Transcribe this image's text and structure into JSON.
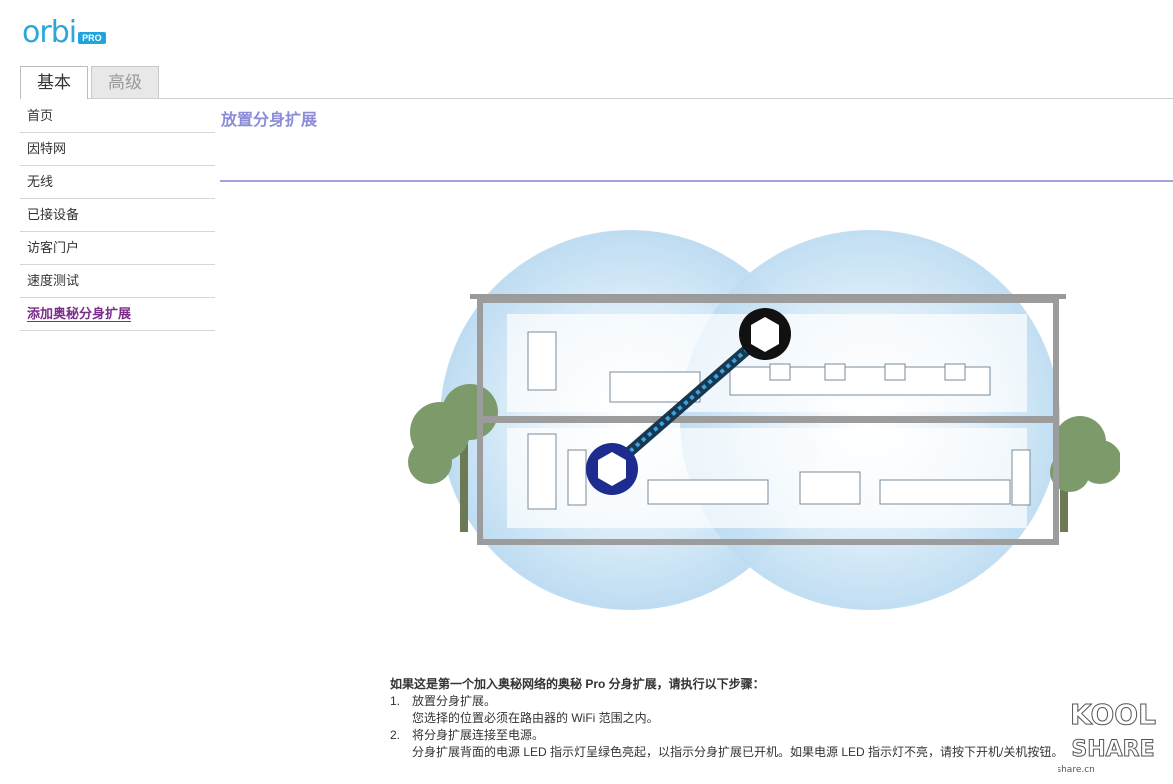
{
  "logo": {
    "word": "orbi",
    "badge": "PRO"
  },
  "tabs": [
    {
      "label": "基本"
    },
    {
      "label": "高级"
    }
  ],
  "sidebar": {
    "items": [
      {
        "label": "首页"
      },
      {
        "label": "因特网"
      },
      {
        "label": "无线"
      },
      {
        "label": "已接设备"
      },
      {
        "label": "访客门户"
      },
      {
        "label": "速度测试"
      },
      {
        "label": "添加奥秘分身扩展"
      }
    ]
  },
  "page": {
    "title": "放置分身扩展"
  },
  "instructions": {
    "heading": "如果这是第一个加入奥秘网络的奥秘 Pro 分身扩展，请执行以下步骤：",
    "steps": [
      {
        "num": "1.",
        "title": "放置分身扩展。",
        "detail": "您选择的位置必须在路由器的 WiFi 范围之内。"
      },
      {
        "num": "2.",
        "title": "将分身扩展连接至电源。",
        "detail": "分身扩展背面的电源 LED 指示灯呈绿色亮起，以指示分身扩展已开机。如果电源 LED 指示灯不亮，请按下开机/关机按钮。"
      }
    ]
  },
  "watermark": {
    "line1": "KOOL",
    "line2": "SHARE",
    "site": "koolshare.cn"
  },
  "colors": {
    "accent": "#2aa8d8",
    "title": "#8b8bd8",
    "selected": "#7b2d8b"
  }
}
